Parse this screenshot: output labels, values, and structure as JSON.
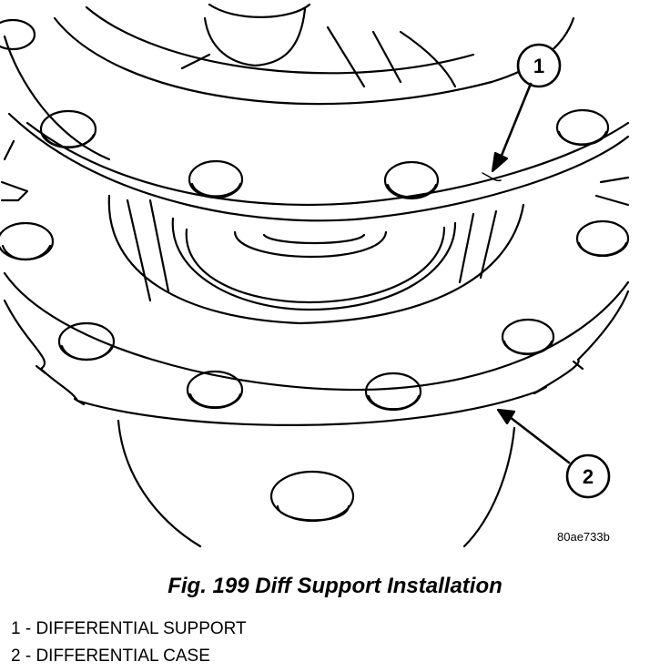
{
  "figure": {
    "code": "80ae733b",
    "callouts": [
      {
        "number": "1",
        "target": "DIFFERENTIAL SUPPORT"
      },
      {
        "number": "2",
        "target": "DIFFERENTIAL CASE"
      }
    ]
  },
  "caption": "Fig. 199 Diff Support Installation",
  "legend": [
    "1 - DIFFERENTIAL SUPPORT",
    "2 - DIFFERENTIAL CASE"
  ]
}
